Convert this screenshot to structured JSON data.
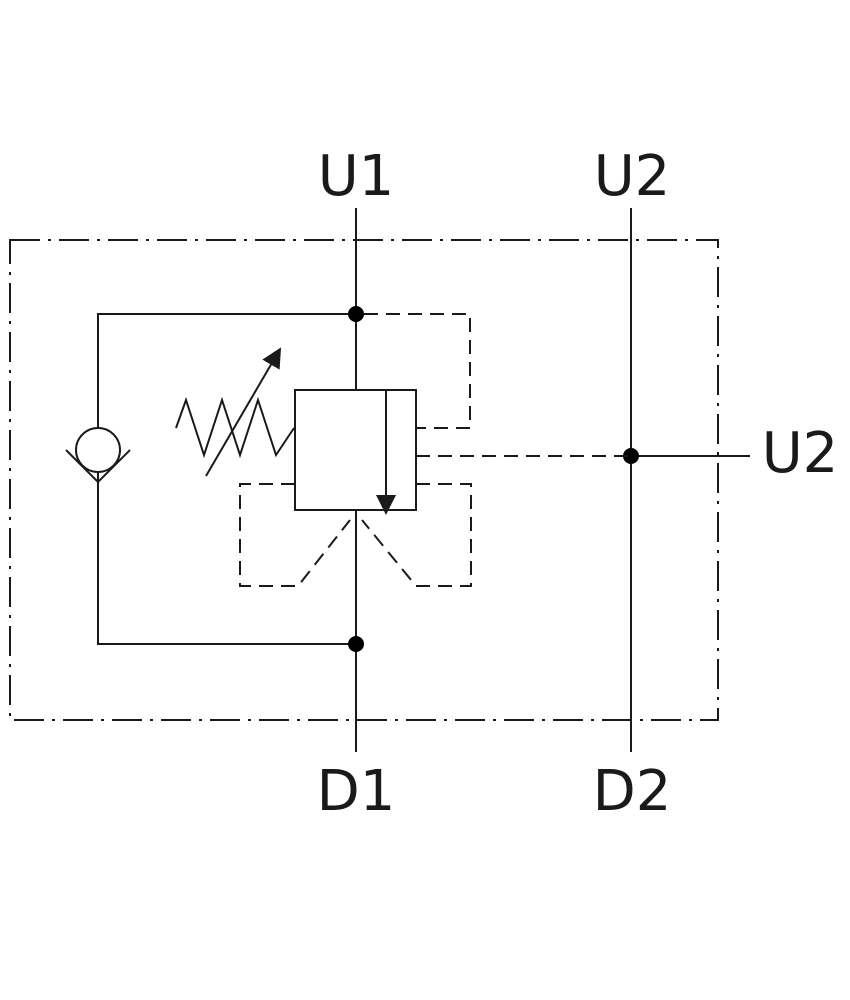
{
  "diagram": {
    "labels": {
      "u1_top": "U1",
      "u2_top": "U2",
      "u2_side": "U2",
      "d1_bottom": "D1",
      "d2_bottom": "D2"
    },
    "colors": {
      "line": "#1a1a1a",
      "background": "#ffffff"
    }
  }
}
